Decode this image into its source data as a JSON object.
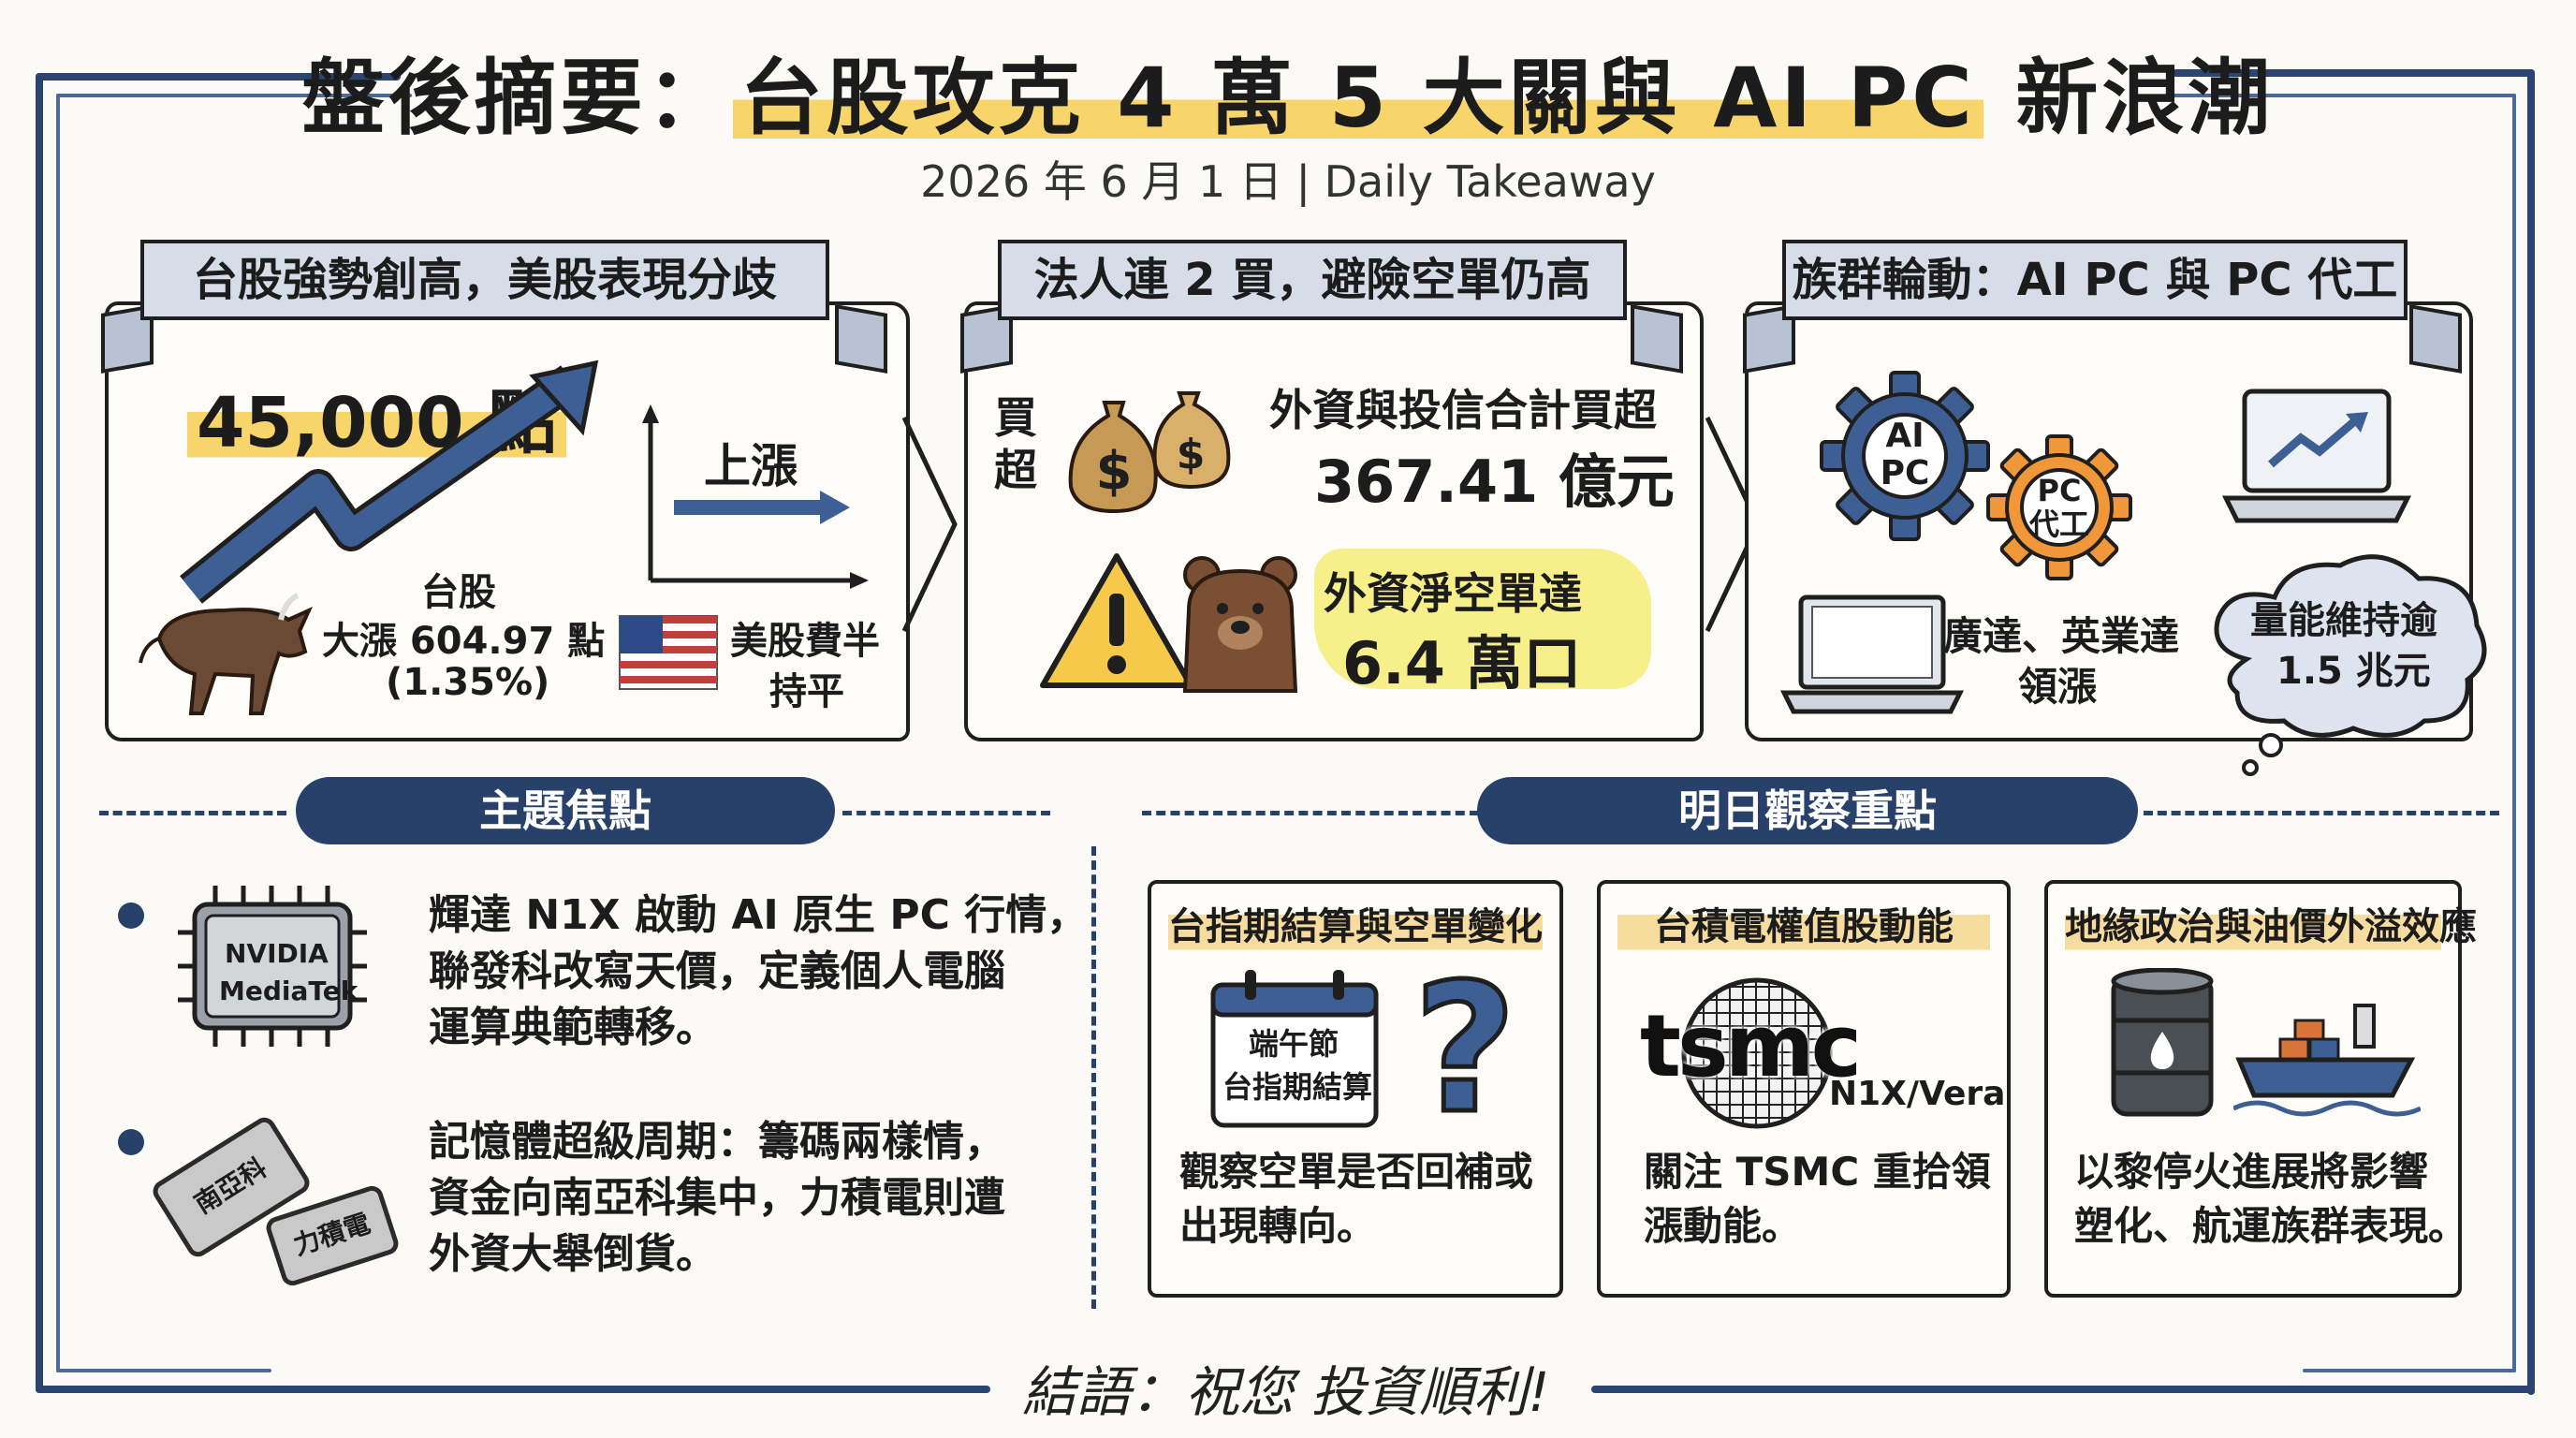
{
  "header": {
    "title_prefix": "盤後摘要：",
    "title_highlight": "台股攻克 4 萬 5 大關與 AI PC",
    "title_suffix": " 新浪潮",
    "subtitle": "2026 年 6 月 1 日 | Daily Takeaway"
  },
  "panel1": {
    "ribbon": "台股強勢創高，美股表現分歧",
    "index_value": "45,000 點",
    "rise_label": "上漲",
    "tw_line1": "台股",
    "tw_line2": "大漲 604.97 點",
    "tw_line3": "(1.35%)",
    "us_line1": "美股費半",
    "us_line2": "持平"
  },
  "panel2": {
    "ribbon": "法人連 2 買，避險空單仍高",
    "buy_label_1": "買",
    "buy_label_2": "超",
    "buy_text": "外資與投信合計買超",
    "buy_amount": "367.41 億元",
    "short_text": "外資淨空單達",
    "short_amount": "6.4 萬口"
  },
  "panel3": {
    "ribbon": "族群輪動：AI PC 與 PC 代工",
    "gear1_line1": "AI",
    "gear1_line2": "PC",
    "gear2_line1": "PC",
    "gear2_line2": "代工",
    "leaders_line1": "廣達、英業達",
    "leaders_line2": "領漲",
    "volume_line1": "量能維持逾",
    "volume_line2": "1.5 兆元"
  },
  "focus": {
    "pill": "主題焦點",
    "chip_line1": "NVIDIA",
    "chip_line2": "MediaTek",
    "item1": [
      "輝達 N1X 啟動 AI 原生 PC 行情，",
      "聯發科改寫天價，定義個人電腦",
      "運算典範轉移。"
    ],
    "mem1": "南亞科",
    "mem2": "力積電",
    "item2": [
      "記憶體超級周期：籌碼兩樣情，",
      "資金向南亞科集中，力積電則遭",
      "外資大舉倒貨。"
    ]
  },
  "watch": {
    "pill": "明日觀察重點",
    "cards": [
      {
        "title": "台指期結算與空單變化",
        "cal_line1": "端午節",
        "cal_line2": "台指期結算",
        "q": "?",
        "body": [
          "觀察空單是否回補或",
          "出現轉向。"
        ]
      },
      {
        "title": "台積電權值股動能",
        "logo": "tsmc",
        "tag": "N1X/Vera",
        "body": [
          "關注 TSMC 重拾領",
          "漲動能。"
        ]
      },
      {
        "title": "地緣政治與油價外溢效應",
        "body": [
          "以黎停火進展將影響",
          "塑化、航運族群表現。"
        ]
      }
    ]
  },
  "footer": {
    "closing": "結語：祝您 投資順利!"
  },
  "colors": {
    "navy": "#27416b",
    "highlight": "#f7d56a",
    "ribbon": "#d6dde8",
    "orange": "#f0973a",
    "bear": "#7a4f33",
    "warning": "#f6c94a"
  },
  "icons": [
    "bull-icon",
    "us-flag-icon",
    "money-bag-icon",
    "warning-icon",
    "bear-icon",
    "gear-icon",
    "laptop-icon",
    "cloud-icon",
    "chip-icon",
    "memory-icon",
    "calendar-icon",
    "question-icon",
    "tsmc-wafer-icon",
    "oil-barrel-icon",
    "cargo-ship-icon"
  ]
}
